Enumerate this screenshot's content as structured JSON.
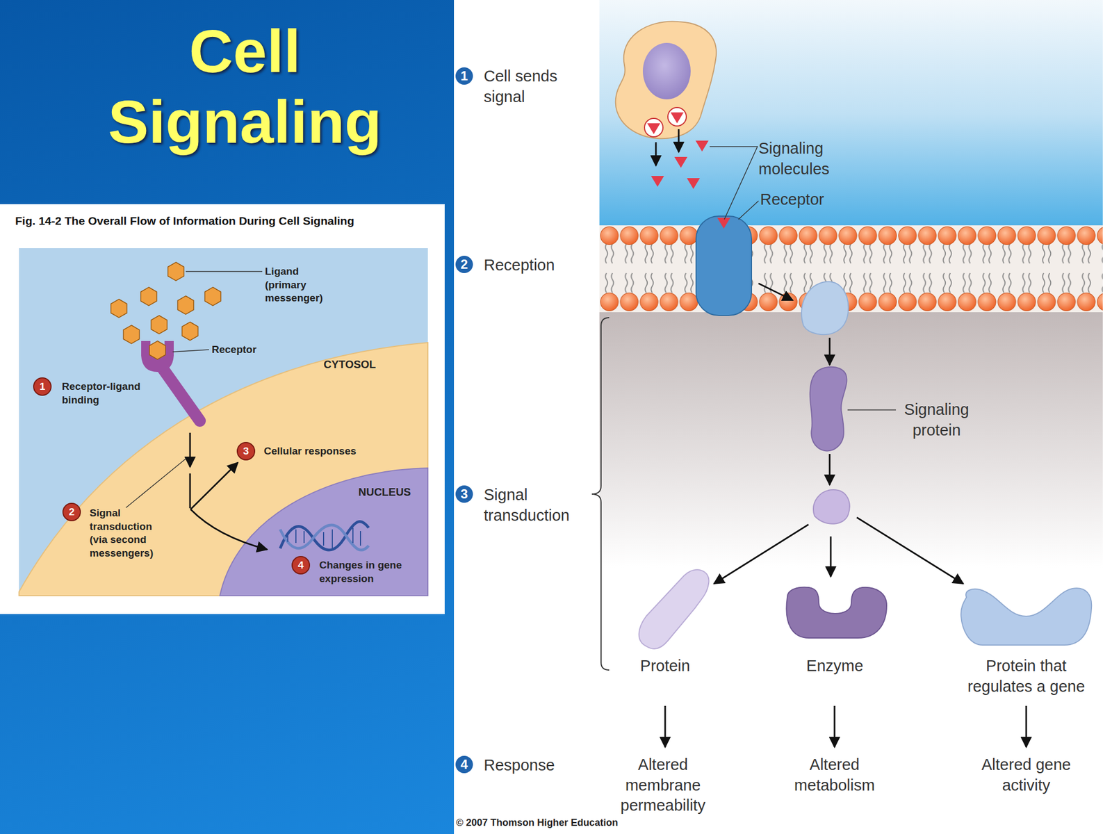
{
  "diagram": {
    "title": "Cell Signaling",
    "caption": "Fig. 14-2 The Overall Flow of Information During Cell Signaling",
    "nodes": [
      {
        "text": [
          "CYTOSOL"
        ]
      },
      {
        "text": [
          "NUCLEUS"
        ],
        "in": 0
      },
      {
        "text": [
          "Protein"
        ]
      },
      {
        "text": [
          "Enzyme"
        ]
      },
      {
        "text": [
          "Protein that regulates a gene"
        ]
      }
    ],
    "labels": [
      "Ligand (primary messenger)",
      "Receptor",
      "1",
      "Receptor-ligand binding",
      "3",
      "Cellular responses",
      "2",
      "Signal transduction (via second messengers)",
      "4",
      "Changes in gene expression",
      "1",
      "Cell sends signal",
      "Signaling molecules",
      "Receptor",
      "2",
      "Reception",
      "Signaling protein",
      "3",
      "Signal transduction",
      "4",
      "Response",
      "Altered membrane permeability",
      "Altered metabolism",
      "Altered gene activity",
      "© 2007 Thomson Higher Education"
    ]
  }
}
